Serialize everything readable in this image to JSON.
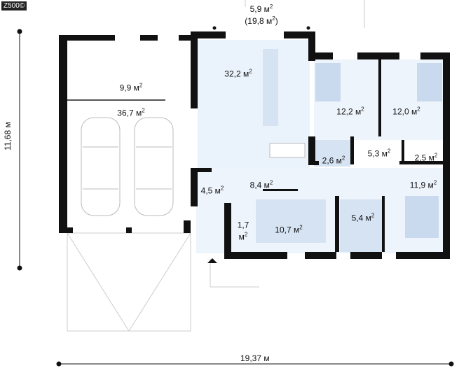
{
  "logo": "Z500©",
  "terrace": {
    "area": "5,9 м",
    "area_total": "(19,8 м",
    "close": ")"
  },
  "dimensions": {
    "height": "11,68 м",
    "width": "19,37 м"
  },
  "sup": "2",
  "rooms": [
    {
      "id": "living",
      "area": "32,2 м"
    },
    {
      "id": "storage",
      "area": "9,9 м"
    },
    {
      "id": "garage",
      "area": "36,7 м"
    },
    {
      "id": "bedroom-1",
      "area": "12,2 м"
    },
    {
      "id": "bedroom-2",
      "area": "12,0 м"
    },
    {
      "id": "wc",
      "area": "2,6 м"
    },
    {
      "id": "hall-2",
      "area": "5,3 м"
    },
    {
      "id": "wardrobe",
      "area": "2,5 м"
    },
    {
      "id": "entrance",
      "area": "4,5 м"
    },
    {
      "id": "hall",
      "area": "8,4 м"
    },
    {
      "id": "bedroom-3",
      "area": "11,9 м"
    },
    {
      "id": "pantry",
      "area": "1,7 м"
    },
    {
      "id": "kitchen",
      "area": "10,7 м"
    },
    {
      "id": "bathroom",
      "area": "5,4 м"
    }
  ],
  "colors": {
    "wall": "#111111",
    "floor": "#eaf2fb",
    "wet": "#d5e3f3"
  }
}
